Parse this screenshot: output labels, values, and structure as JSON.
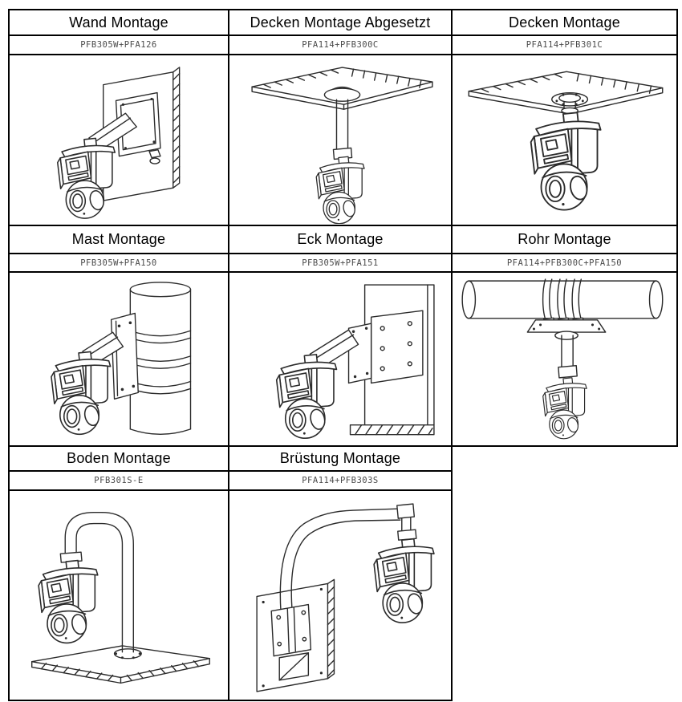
{
  "table": {
    "groups": [
      {
        "cells": [
          {
            "title": "Wand Montage",
            "part": "PFB305W+PFA126",
            "figure": "wall-mount-illustration"
          },
          {
            "title": "Decken Montage Abgesetzt",
            "part": "PFA114+PFB300C",
            "figure": "ceiling-pendant-mount-illustration"
          },
          {
            "title": "Decken Montage",
            "part": "PFA114+PFB301C",
            "figure": "ceiling-mount-illustration"
          }
        ]
      },
      {
        "cells": [
          {
            "title": "Mast Montage",
            "part": "PFB305W+PFA150",
            "figure": "pole-mount-illustration"
          },
          {
            "title": "Eck Montage",
            "part": "PFB305W+PFA151",
            "figure": "corner-mount-illustration"
          },
          {
            "title": "Rohr Montage",
            "part": "PFA114+PFB300C+PFA150",
            "figure": "pipe-mount-illustration"
          }
        ]
      },
      {
        "cells": [
          {
            "title": "Boden Montage",
            "part": "PFB301S-E",
            "figure": "ground-mount-illustration"
          },
          {
            "title": "Brüstung Montage",
            "part": "PFA114+PFB303S",
            "figure": "parapet-mount-illustration"
          }
        ]
      }
    ]
  },
  "colors": {
    "background": "#ffffff",
    "table_border": "#000000",
    "title_text": "#000000",
    "part_text": "#4a4a4a",
    "drawing_stroke": "#2b2b2b"
  }
}
